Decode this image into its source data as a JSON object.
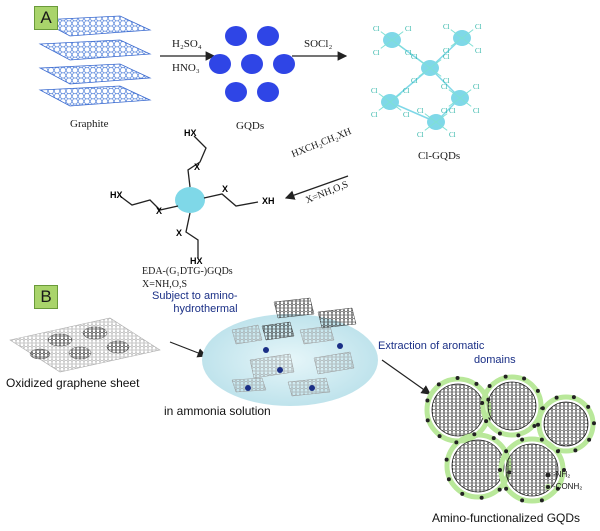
{
  "panel_a": {
    "tag": "A",
    "graphite_label": "Graphite",
    "reagent_1": "H₂SO₄",
    "reagent_2": "HNO₃",
    "gqds_label": "GQDs",
    "socl2_label": "SOCl₂",
    "cl_gqds_label": "Cl-GQDs",
    "cl_sub": "Cl",
    "reverse_reagent": "HXCH₂CH₂XH",
    "reverse_condition": "X=NH,O,S",
    "substituent_x": "X",
    "substituent_hx": "HX",
    "substituent_xh": "XH",
    "product_label_1": "EDA-(G₁DTG-)GQDs",
    "product_label_2": "X=NH,O,S"
  },
  "panel_b": {
    "tag": "B",
    "sheet_label": "Oxidized graphene sheet",
    "step_1": "Subject to amino-\nhydrothermal",
    "solution_label": "in ammonia solution",
    "step_2_line1": "Extraction of aromatic",
    "step_2_line2": "domains",
    "legend_nh2": "-NH₂",
    "legend_conh2": "-CONH₂",
    "product_label": "Amino-functionalized GQDs"
  },
  "colors": {
    "gqd_blue": "#2f45e6",
    "cl_cyan": "#7fe0d4",
    "core_cyan": "#7fd8e8",
    "panel_tag_green": "#a9d46b",
    "label_blue": "#1a2f86",
    "green_edge": "#b9e89a",
    "solution_glow": "#cfeaf0"
  }
}
